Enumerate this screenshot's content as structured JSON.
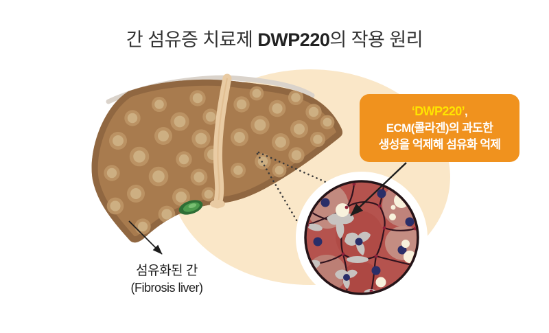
{
  "title": {
    "prefix": "간 섬유증 치료제 ",
    "drug_name": "DWP220",
    "suffix": "의 작용 원리"
  },
  "callout": {
    "line1_drug": "‘DWP220’",
    "line1_comma": ",",
    "line2": "ECM(콜라겐)의 과도한",
    "line3": "생성을 억제해 섬유화 억제"
  },
  "liver_label": {
    "korean": "섬유화된 간",
    "english": "(Fibrosis liver)"
  },
  "colors": {
    "callout_bg": "#F0921E",
    "callout_drug_text": "#FFE400",
    "callout_text": "#FFFFFF",
    "background_circle": "#FAE7C8",
    "liver_base": "#A87B4E",
    "liver_edge_band": "#8C6440",
    "liver_nodule": "#BE9768",
    "ligament": "#E9CBA3",
    "gallbladder_green": "#2E6E35",
    "cell_base_red": "#B5534E",
    "ecm_gray": "#C7C3C0",
    "nucleus_navy": "#2A2E68",
    "fat_droplet_cream": "#F8F1DC"
  },
  "icons": {
    "liver": "fibrotic-liver-illustration",
    "gallbladder": "gallbladder",
    "cell_view": "fibrotic-tissue-micro-view"
  }
}
